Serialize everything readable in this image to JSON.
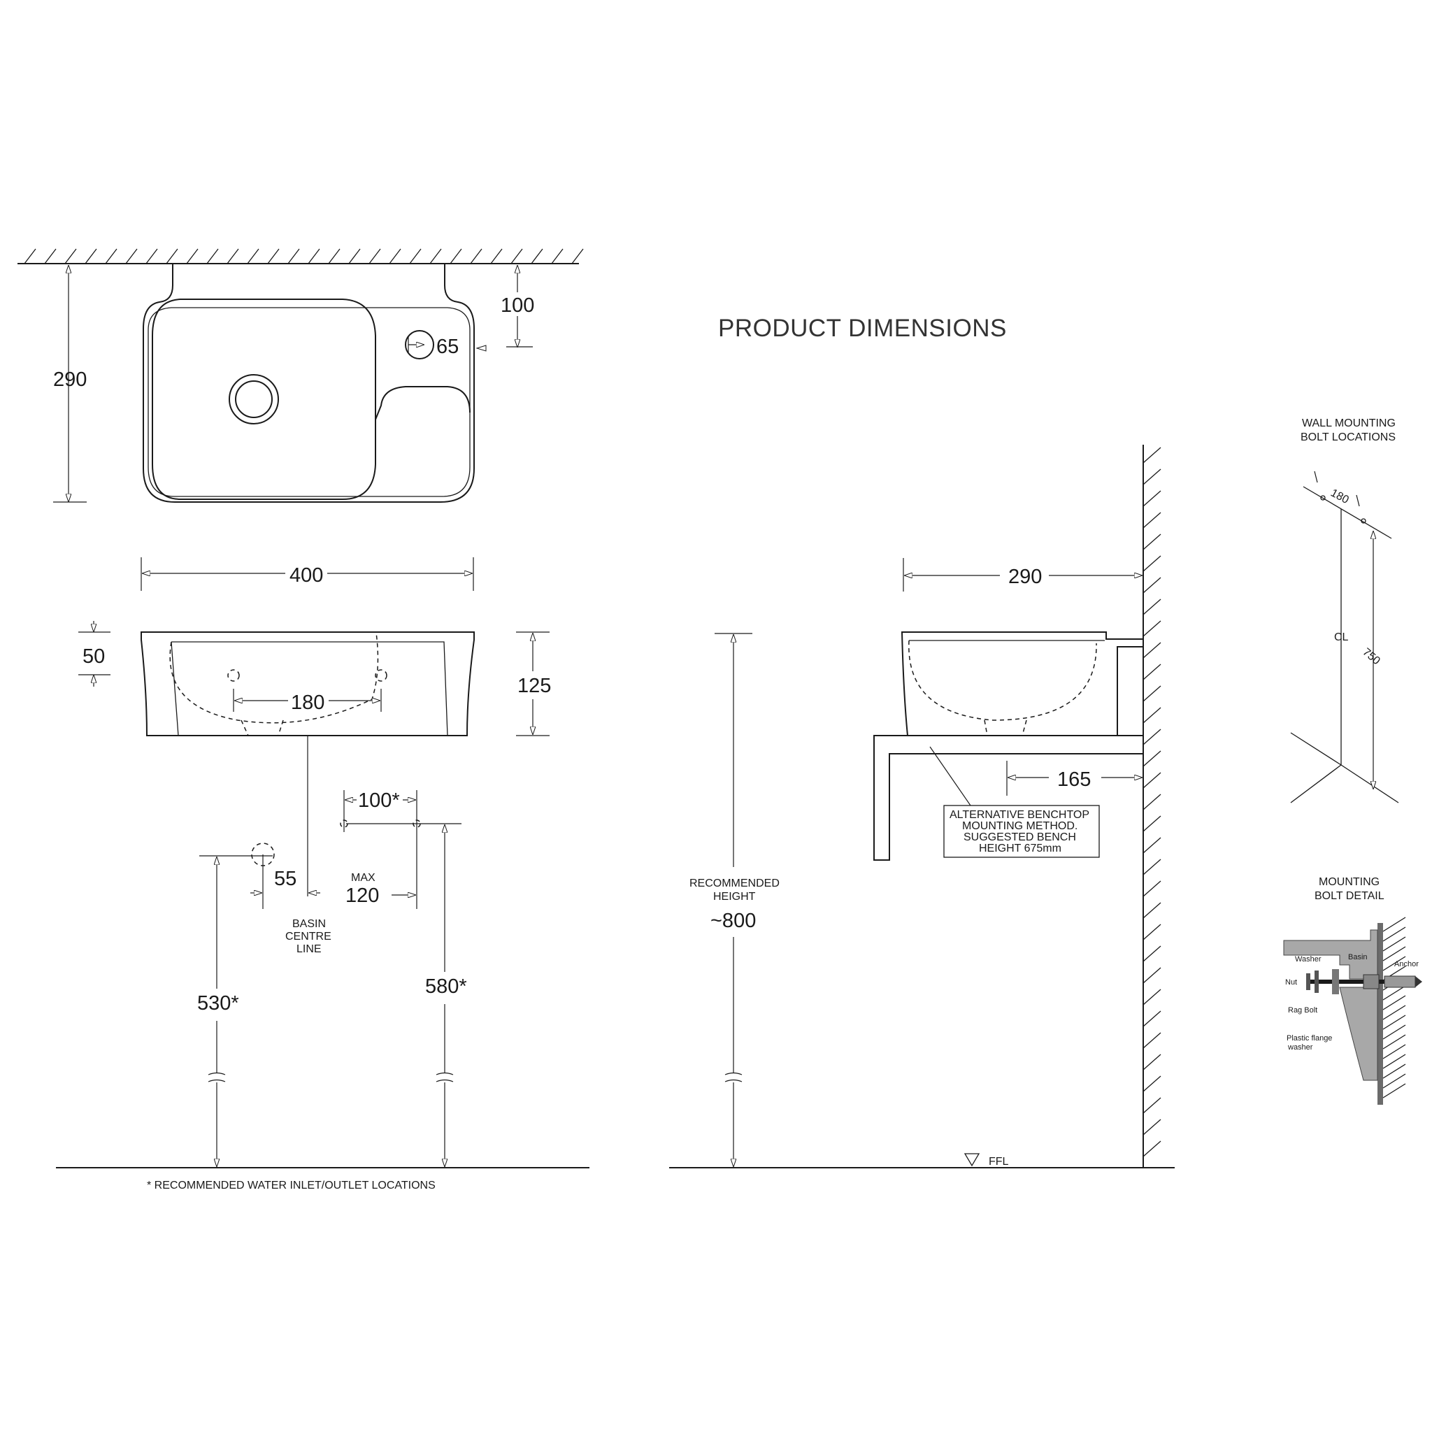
{
  "title": "PRODUCT DIMENSIONS",
  "plan_view": {
    "dim_depth": "290",
    "dim_tap_setback": "100",
    "dim_tap_hole": "65",
    "dim_width": "400"
  },
  "front_view": {
    "dim_50": "50",
    "dim_height": "125",
    "dim_bolt_spacing": "180",
    "dim_100_star": "100*",
    "dim_55": "55",
    "max_label": "MAX",
    "max_value": "120",
    "basin_centre_line": [
      "BASIN",
      "CENTRE",
      "LINE"
    ],
    "dim_530": "530*",
    "dim_580": "580*",
    "footnote": "* RECOMMENDED WATER INLET/OUTLET LOCATIONS"
  },
  "side_view": {
    "dim_depth": "290",
    "dim_165": "165",
    "bench_note": [
      "ALTERNATIVE BENCHTOP",
      "MOUNTING METHOD.",
      "SUGGESTED BENCH",
      "HEIGHT 675mm"
    ],
    "recommended_height": [
      "RECOMMENDED",
      "HEIGHT"
    ],
    "recommended_height_value": "~800",
    "ffl": "FFL"
  },
  "wall_bolt_locations": {
    "title": [
      "WALL MOUNTING",
      "BOLT LOCATIONS"
    ],
    "dim_180": "180",
    "dim_750": "750",
    "centreline": "CL"
  },
  "mounting_bolt_detail": {
    "title": [
      "MOUNTING",
      "BOLT DETAIL"
    ],
    "labels": {
      "washer": "Washer",
      "basin": "Basin",
      "anchor": "Anchor",
      "nut": "Nut",
      "rag_bolt": "Rag Bolt",
      "plastic_flange_washer_1": "Plastic flange",
      "plastic_flange_washer_2": "washer"
    }
  }
}
